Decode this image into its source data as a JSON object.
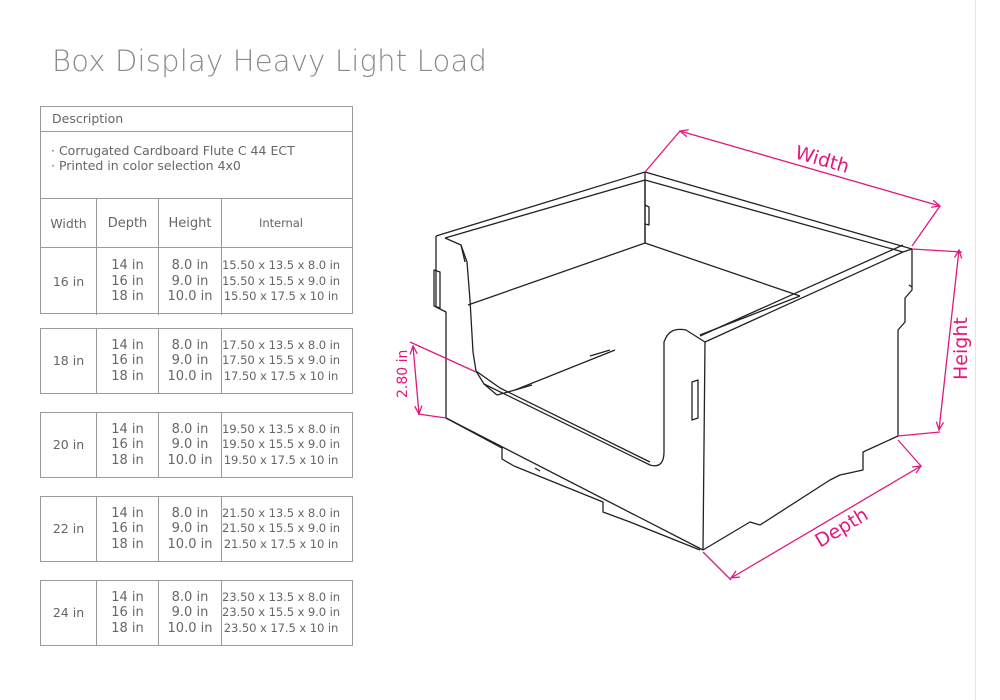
{
  "title": "Box Display Heavy Light Load",
  "description": {
    "heading": "Description",
    "lines": [
      "· Corrugated Cardboard Flute C 44 ECT",
      "· Printed in color selection 4x0"
    ]
  },
  "columns": [
    "Width",
    "Depth",
    "Height",
    "Internal"
  ],
  "groups": [
    {
      "width": "16 in",
      "depths": [
        "14 in",
        "16 in",
        "18 in"
      ],
      "heights": [
        "8.0 in",
        "9.0 in",
        "10.0 in"
      ],
      "internal": [
        "15.50 x 13.5 x 8.0 in",
        "15.50 x 15.5 x 9.0 in",
        "15.50 x 17.5 x 10 in"
      ]
    },
    {
      "width": "18 in",
      "depths": [
        "14 in",
        "16 in",
        "18 in"
      ],
      "heights": [
        "8.0 in",
        "9.0 in",
        "10.0 in"
      ],
      "internal": [
        "17.50 x 13.5 x 8.0 in",
        "17.50 x 15.5 x 9.0 in",
        "17.50 x 17.5 x 10 in"
      ]
    },
    {
      "width": "20 in",
      "depths": [
        "14 in",
        "16 in",
        "18 in"
      ],
      "heights": [
        "8.0 in",
        "9.0 in",
        "10.0 in"
      ],
      "internal": [
        "19.50 x 13.5 x 8.0 in",
        "19.50 x 15.5 x 9.0 in",
        "19.50 x 17.5 x 10 in"
      ]
    },
    {
      "width": "22 in",
      "depths": [
        "14 in",
        "16 in",
        "18 in"
      ],
      "heights": [
        "8.0 in",
        "9.0 in",
        "10.0 in"
      ],
      "internal": [
        "21.50 x 13.5 x 8.0 in",
        "21.50 x 15.5 x 9.0 in",
        "21.50 x 17.5 x 10 in"
      ]
    },
    {
      "width": "24 in",
      "depths": [
        "14 in",
        "16 in",
        "18 in"
      ],
      "heights": [
        "8.0 in",
        "9.0 in",
        "10.0 in"
      ],
      "internal": [
        "23.50 x 13.5 x 8.0 in",
        "23.50 x 15.5 x 9.0 in",
        "23.50 x 17.5 x 10 in"
      ]
    }
  ],
  "diagram": {
    "labels": {
      "width": "Width",
      "height": "Height",
      "depth": "Depth",
      "front_height": "2.80 in"
    },
    "accent_color": "#e0197d",
    "line_color": "#222222"
  }
}
